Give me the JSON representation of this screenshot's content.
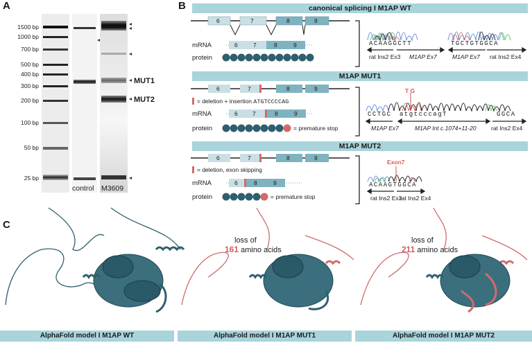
{
  "panels": {
    "a": "A",
    "b": "B",
    "c": "C"
  },
  "gel": {
    "ladder": [
      "1500 bp",
      "1000 bp",
      "700 bp",
      "500 bp",
      "400 bp",
      "300 bp",
      "200 bp",
      "100 bp",
      "50 bp",
      "25 bp"
    ],
    "mut1": "MUT1",
    "mut2": "MUT2",
    "lanes": [
      "control",
      "M3609"
    ]
  },
  "wt": {
    "title": "canonical splicing I M1AP WT",
    "exons": [
      "6",
      "7",
      "8",
      "9"
    ],
    "mrna": "mRNA",
    "protein": "protein",
    "seq_left": "ACAAGGCTT",
    "seq_right": "TGCTGTGGCA",
    "label1": "rat Ins2 Ex3",
    "label2": "M1AP Ex7",
    "label3": "M1AP Ex7",
    "label4": "rat Ins2 Ex4"
  },
  "mut1": {
    "title": "M1AP MUT1",
    "exons": [
      "6",
      "7",
      "8",
      "9"
    ],
    "legend": "= deletion + insertion",
    "insert_seq": "ATGTCCCCAG",
    "mrna": "mRNA",
    "protein": "protein",
    "stop": "= premature stop",
    "tg": "T G",
    "seq_a": "CCTGC",
    "seq_b": "atgtcccagT",
    "seq_c": "GGCA",
    "label1": "M1AP Ex7",
    "label2": "M1AP Int c.1074+11-20",
    "label3": "rat Ins2 Ex4"
  },
  "mut2": {
    "title": "M1AP MUT2",
    "exons": [
      "6",
      "7",
      "8",
      "9"
    ],
    "legend": "= deletion, exon skipping",
    "mrna": "mRNA",
    "protein": "protein",
    "stop": "= premature stop",
    "exon7": "Exon7",
    "seq": "ACAAGTGGCA",
    "label1": "rat Ins2 Ex3",
    "label2": "rat Ins2 Ex4"
  },
  "models": {
    "loss_prefix": "loss of",
    "amino": "amino acids",
    "mut1_loss": "161",
    "mut2_loss": "211",
    "cap_wt": "AlphaFold model I M1AP WT",
    "cap_mut1": "AlphaFold model I M1AP MUT1",
    "cap_mut2": "AlphaFold model I M1AP MUT2"
  },
  "colors": {
    "teal": "#2e5f6e",
    "red": "#d36a6a",
    "header": "#a9d4dc",
    "exon_light": "#c9dfe4",
    "exon_dark": "#7fb3c0"
  }
}
